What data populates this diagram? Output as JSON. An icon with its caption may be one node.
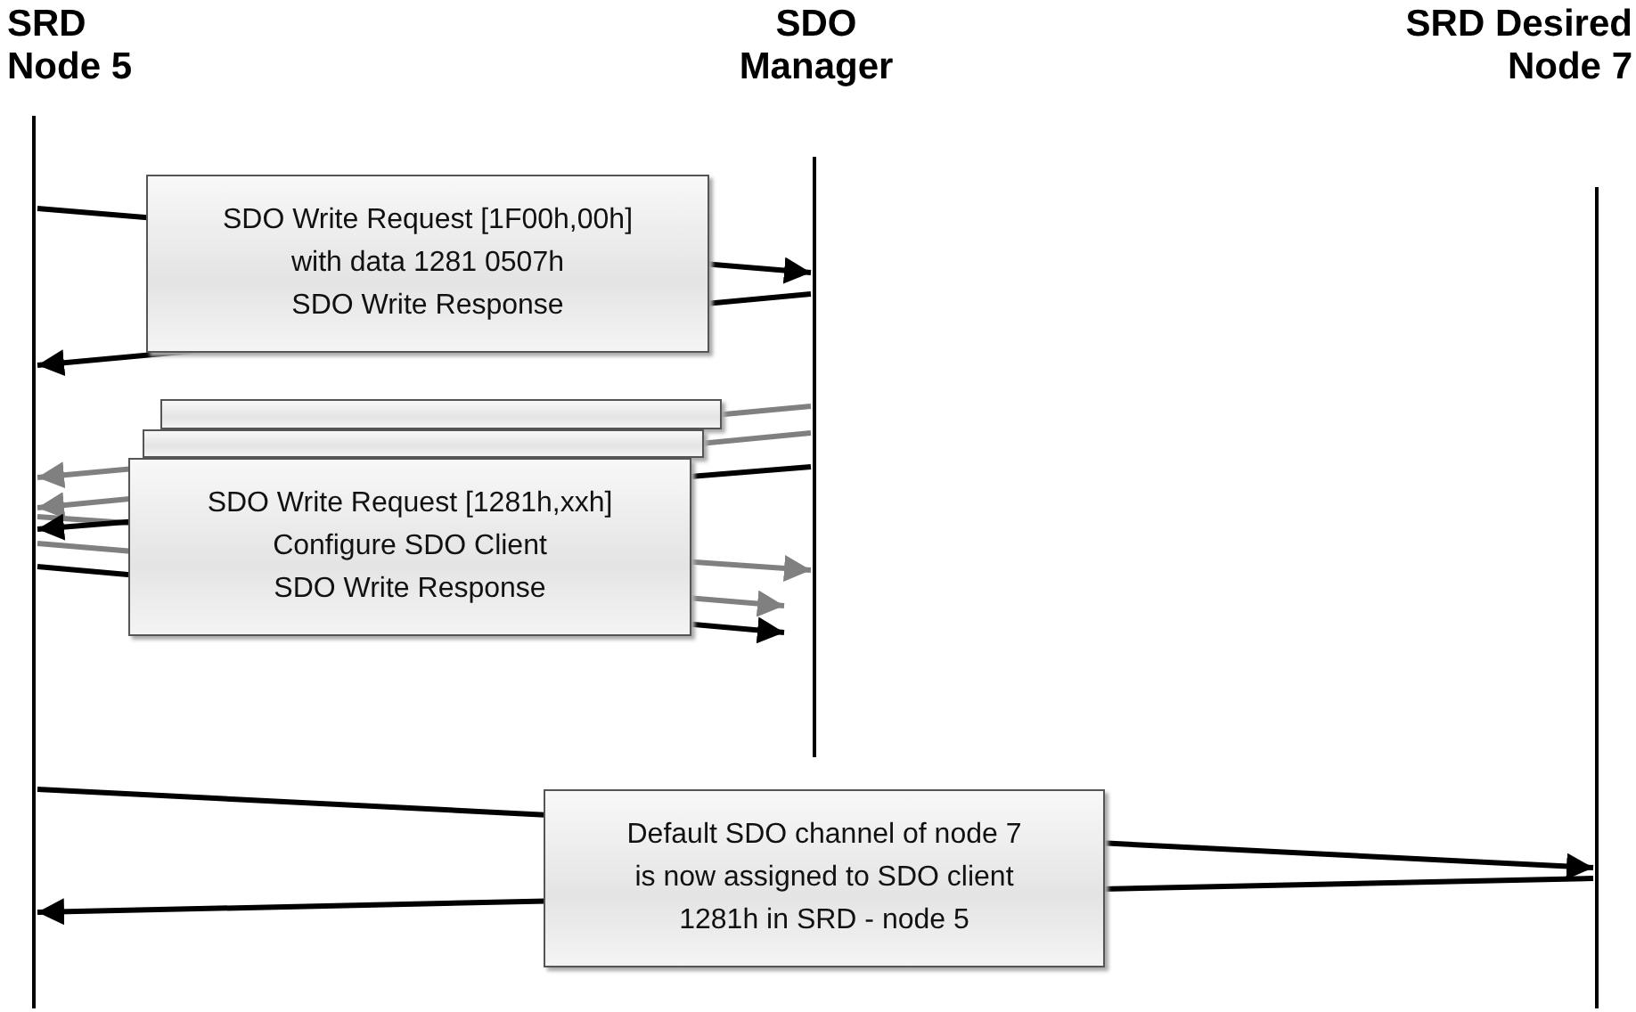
{
  "diagram": {
    "nodes": [
      {
        "text": [
          "SRD Node 5"
        ]
      },
      {
        "text": [
          "SDO Manager"
        ]
      },
      {
        "text": [
          "SRD Desired Node 7"
        ]
      }
    ],
    "edges": [
      {
        "from": 0,
        "to": 1,
        "arrow": "to",
        "label": "SDO Write Request [1F00h,00h] with data 1281 0507h"
      },
      {
        "from": 1,
        "to": 0,
        "arrow": "to",
        "label": "SDO Write Response"
      },
      {
        "from": 1,
        "to": 0,
        "arrow": "to",
        "color": "#808080"
      },
      {
        "from": 0,
        "to": 1,
        "arrow": "to",
        "color": "#808080"
      },
      {
        "from": 1,
        "to": 0,
        "arrow": "to",
        "color": "#808080"
      },
      {
        "from": 0,
        "to": 1,
        "arrow": "to",
        "color": "#808080"
      },
      {
        "from": 1,
        "to": 0,
        "arrow": "to",
        "label": "SDO Write Request [1281h,xxh] Configure SDO Client"
      },
      {
        "from": 0,
        "to": 1,
        "arrow": "to",
        "label": "SDO Write Response"
      },
      {
        "from": 0,
        "to": 2,
        "arrow": "to",
        "label": "Default SDO channel of node 7 is now assigned to SDO client 1281h in SRD - node 5"
      },
      {
        "from": 2,
        "to": 0,
        "arrow": "to"
      }
    ]
  }
}
